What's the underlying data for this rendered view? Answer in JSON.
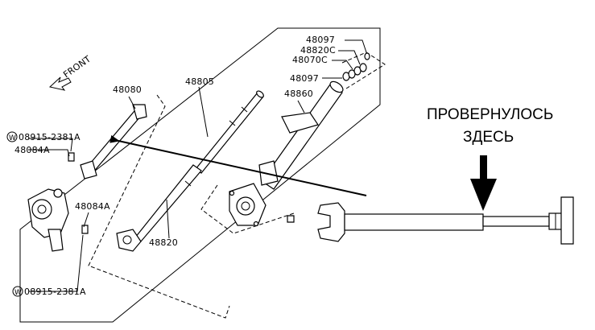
{
  "labels": {
    "front": "FRONT",
    "p48080": "48080",
    "p48805": "48805",
    "p48097_top": "48097",
    "p48820C": "48820C",
    "p48070C": "48070C",
    "p48097_mid": "48097",
    "p48860": "48860",
    "washer_top": "08915-2381A",
    "p48084A_top": "48084A",
    "p48084A_low": "48084A",
    "p48820": "48820",
    "washer_bottom": "08915-2381A",
    "washer_symbol": "W"
  },
  "annotation": {
    "line1": "ПРОВЕРНУЛОСЬ",
    "line2": "ЗДЕСЬ"
  }
}
